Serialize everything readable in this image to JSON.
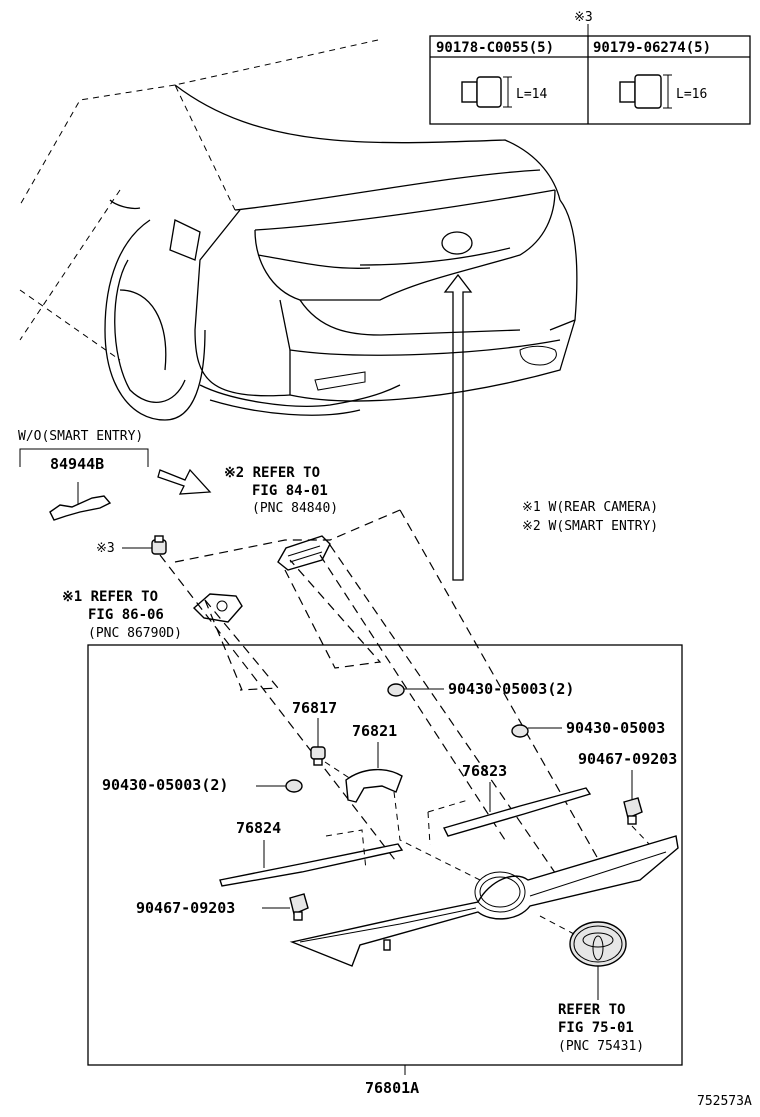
{
  "notes": {
    "mark3_header": "※3",
    "legend1": "※1 W(REAR CAMERA)",
    "legend2": "※2 W(SMART ENTRY)"
  },
  "bolt_table": {
    "col1_part": "90178-C0055(5)",
    "col2_part": "90179-06274(5)",
    "col1_length": "L=14",
    "col2_length": "L=16"
  },
  "parts": {
    "p84944b_condition": "W/O(SMART ENTRY)",
    "p84944b": "84944B",
    "mark3_label": "※3",
    "p76817": "76817",
    "p76821": "76821",
    "p76823": "76823",
    "p76824": "76824",
    "p90430_a": "90430-05003(2)",
    "p90430_b": "90430-05003",
    "p90430_c": "90430-05003(2)",
    "p90467_a": "90467-09203",
    "p90467_b": "90467-09203",
    "p76801a": "76801A"
  },
  "refs": {
    "smart": {
      "line1": "※2 REFER TO",
      "line2": "FIG 84-01",
      "line3": "(PNC 84840)"
    },
    "camera": {
      "line1": "※1 REFER TO",
      "line2": "FIG 86-06",
      "line3": "(PNC 86790D)"
    },
    "emblem": {
      "line1": "REFER TO",
      "line2": "FIG 75-01",
      "line3": "(PNC 75431)"
    }
  },
  "figure_id": "752573A"
}
